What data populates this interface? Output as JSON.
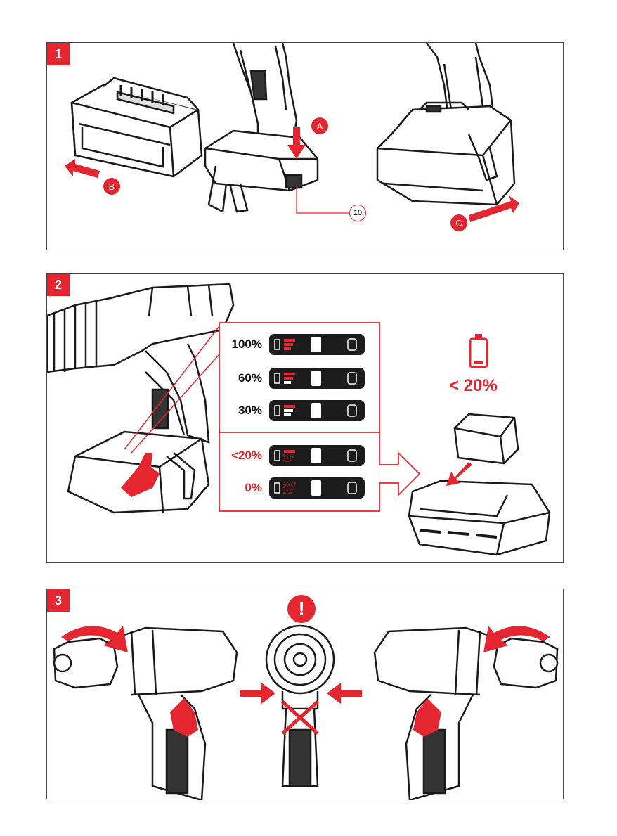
{
  "panels": [
    {
      "number": "1"
    },
    {
      "number": "2"
    },
    {
      "number": "3"
    }
  ],
  "panel1": {
    "callout_a": "A",
    "callout_b": "B",
    "callout_c": "C",
    "ref_number": "10"
  },
  "panel2": {
    "levels": [
      {
        "label": "100%",
        "color": "black",
        "bars": 3,
        "blink": false
      },
      {
        "label": "60%",
        "color": "black",
        "bars": 2,
        "blink": false
      },
      {
        "label": "30%",
        "color": "black",
        "bars": 1,
        "blink": false
      },
      {
        "label": "<20%",
        "color": "red",
        "bars": 1,
        "blink": true
      },
      {
        "label": "0%",
        "color": "red",
        "bars": 0,
        "blink": true
      }
    ],
    "low_label": "< 20%"
  },
  "panel3": {
    "warning_symbol": "!"
  },
  "colors": {
    "accent": "#e3262f",
    "line": "#1a1a1a"
  }
}
